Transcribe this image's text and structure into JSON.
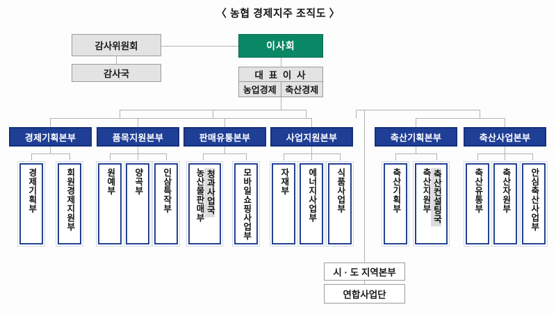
{
  "title": "〈 농협 경제지주 조직도 〉",
  "colors": {
    "board_green": "#0a8764",
    "division_blue": "#1f3f96",
    "grey_box": "#e3e3e3",
    "sub_bureau_grey": "#dddddd",
    "connector": "#b2b2b2"
  },
  "audit": {
    "committee": "감사위원회",
    "office": "감사국"
  },
  "board": {
    "label": "이사회"
  },
  "ceo": {
    "label": "대 표 이 사",
    "segments": [
      "농업경제",
      "축산경제"
    ]
  },
  "divisions": [
    {
      "group": "농업경제",
      "name": "경제기획본부",
      "departments": [
        {
          "label": "경제기획부",
          "sub": null
        },
        {
          "label": "회원경제지원부",
          "sub": null
        }
      ]
    },
    {
      "group": "농업경제",
      "name": "품목지원본부",
      "departments": [
        {
          "label": "원예부",
          "sub": null
        },
        {
          "label": "양곡부",
          "sub": null
        },
        {
          "label": "인삼특작부",
          "sub": null
        }
      ]
    },
    {
      "group": "농업경제",
      "name": "판매유통본부",
      "departments": [
        {
          "label": "농산물판매부",
          "sub": "청과사업국"
        },
        {
          "label": "모바일쇼핑사업부",
          "sub": null
        }
      ]
    },
    {
      "group": "농업경제",
      "name": "사업지원본부",
      "departments": [
        {
          "label": "자재부",
          "sub": null
        },
        {
          "label": "에너지사업부",
          "sub": null
        },
        {
          "label": "식품사업부",
          "sub": null
        }
      ]
    },
    {
      "group": "축산경제",
      "name": "축산기획본부",
      "departments": [
        {
          "label": "축산기획부",
          "sub": null
        },
        {
          "label": "축산지원부",
          "sub": "축산컨설팅국"
        }
      ]
    },
    {
      "group": "축산경제",
      "name": "축산사업본부",
      "departments": [
        {
          "label": "축산유통부",
          "sub": null
        },
        {
          "label": "축산자원부",
          "sub": null
        },
        {
          "label": "안심축산사업부",
          "sub": null
        }
      ]
    }
  ],
  "footer": {
    "regional": "시 · 도 지역본부",
    "union": "연합사업단"
  }
}
